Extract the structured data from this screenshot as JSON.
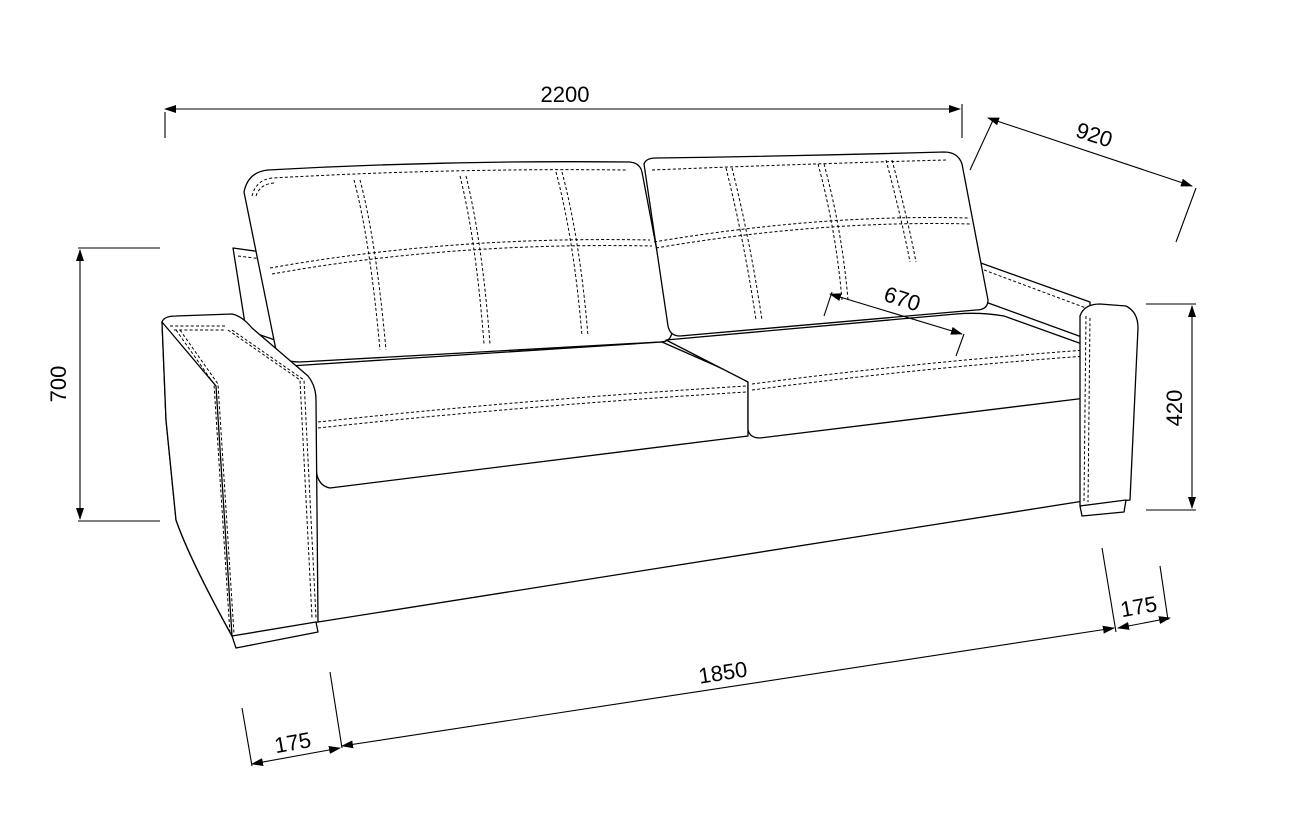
{
  "dimensions": {
    "total_width": "2200",
    "depth": "920",
    "total_height": "700",
    "seat_depth": "670",
    "armrest_height": "420",
    "armrest_right_width": "175",
    "seat_width": "1850",
    "armrest_left_width": "175"
  },
  "colors": {
    "line": "#000000",
    "background": "#ffffff"
  }
}
